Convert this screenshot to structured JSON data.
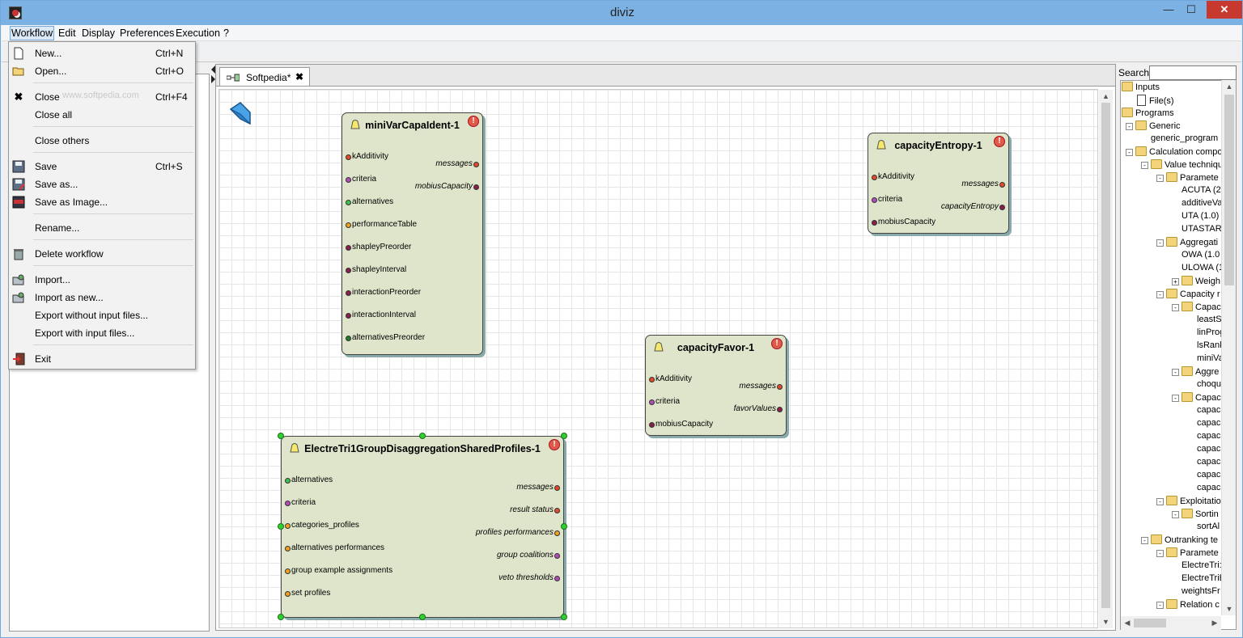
{
  "window": {
    "title": "diviz"
  },
  "menubar": {
    "items": [
      "Workflow",
      "Edit",
      "Display",
      "Preferences",
      "Execution",
      "?"
    ]
  },
  "workflow_menu": {
    "items": [
      {
        "label": "New...",
        "shortcut": "Ctrl+N",
        "icon": "new-file-icon"
      },
      {
        "label": "Open...",
        "shortcut": "Ctrl+O",
        "icon": "open-folder-icon"
      },
      {
        "label": "Close",
        "shortcut": "Ctrl+F4",
        "icon": "close-x-icon"
      },
      {
        "label": "Close all",
        "shortcut": "",
        "icon": ""
      },
      {
        "label": "Close others",
        "shortcut": "",
        "icon": ""
      },
      {
        "label": "Save",
        "shortcut": "Ctrl+S",
        "icon": "save-icon"
      },
      {
        "label": "Save as...",
        "shortcut": "",
        "icon": "save-as-icon"
      },
      {
        "label": "Save as Image...",
        "shortcut": "",
        "icon": "png-icon"
      },
      {
        "label": "Rename...",
        "shortcut": "",
        "icon": ""
      },
      {
        "label": "Delete workflow",
        "shortcut": "",
        "icon": "trash-icon"
      },
      {
        "label": "Import...",
        "shortcut": "",
        "icon": "import-icon"
      },
      {
        "label": "Import as new...",
        "shortcut": "",
        "icon": "import-new-icon"
      },
      {
        "label": "Export without input files...",
        "shortcut": "",
        "icon": ""
      },
      {
        "label": "Export with input files...",
        "shortcut": "",
        "icon": ""
      },
      {
        "label": "Exit",
        "shortcut": "",
        "icon": "exit-icon"
      }
    ],
    "watermark": "www.softpedia.com"
  },
  "tab": {
    "label": "Softpedia*",
    "close": "✖"
  },
  "nodes": {
    "miniVar": {
      "title": "miniVarCapaIdent-1",
      "inputs": [
        "kAdditivity",
        "criteria",
        "alternatives",
        "performanceTable",
        "shapleyPreorder",
        "shapleyInterval",
        "interactionPreorder",
        "interactionInterval",
        "alternativesPreorder"
      ],
      "outputs": [
        "messages",
        "mobiusCapacity"
      ]
    },
    "entropy": {
      "title": "capacityEntropy-1",
      "inputs": [
        "kAdditivity",
        "criteria",
        "mobiusCapacity"
      ],
      "outputs": [
        "messages",
        "capacityEntropy"
      ]
    },
    "favor": {
      "title": "capacityFavor-1",
      "inputs": [
        "kAdditivity",
        "criteria",
        "mobiusCapacity"
      ],
      "outputs": [
        "messages",
        "favorValues"
      ]
    },
    "electre": {
      "title": "ElectreTri1GroupDisaggregationSharedProfiles-1",
      "inputs": [
        "alternatives",
        "criteria",
        "categories_profiles",
        "alternatives performances",
        "group example assignments",
        "set profiles"
      ],
      "outputs": [
        "messages",
        "result status",
        "profiles performances",
        "group coalitions",
        "veto thresholds"
      ]
    }
  },
  "search": {
    "label": "Search:",
    "value": ""
  },
  "tree": {
    "items": [
      {
        "label": "Inputs",
        "kind": "folder"
      },
      {
        "label": "File(s)",
        "kind": "file"
      },
      {
        "label": "Programs",
        "kind": "folder"
      },
      {
        "label": "Generic",
        "kind": "folder"
      },
      {
        "label": "generic_program (",
        "kind": "leaf"
      },
      {
        "label": "Calculation compo",
        "kind": "folder"
      },
      {
        "label": "Value techniqu",
        "kind": "folder"
      },
      {
        "label": "Paramete",
        "kind": "folder"
      },
      {
        "label": "ACUTA (2",
        "kind": "leaf"
      },
      {
        "label": "additiveVa",
        "kind": "leaf"
      },
      {
        "label": "UTA (1.0)",
        "kind": "leaf"
      },
      {
        "label": "UTASTAR",
        "kind": "leaf"
      },
      {
        "label": "Aggregati",
        "kind": "folder"
      },
      {
        "label": "OWA (1.0",
        "kind": "leaf"
      },
      {
        "label": "ULOWA (1",
        "kind": "leaf"
      },
      {
        "label": "Weigh",
        "kind": "folder"
      },
      {
        "label": "Capacity r",
        "kind": "folder"
      },
      {
        "label": "Capac",
        "kind": "folder"
      },
      {
        "label": "leastS",
        "kind": "leaf"
      },
      {
        "label": "linProg",
        "kind": "leaf"
      },
      {
        "label": "lsRank",
        "kind": "leaf"
      },
      {
        "label": "miniVa",
        "kind": "leaf"
      },
      {
        "label": "Aggre",
        "kind": "folder"
      },
      {
        "label": "choqu",
        "kind": "leaf"
      },
      {
        "label": "Capac",
        "kind": "folder"
      },
      {
        "label": "capac",
        "kind": "leaf"
      },
      {
        "label": "capac",
        "kind": "leaf"
      },
      {
        "label": "capac",
        "kind": "leaf"
      },
      {
        "label": "capac",
        "kind": "leaf"
      },
      {
        "label": "capac",
        "kind": "leaf"
      },
      {
        "label": "capac",
        "kind": "leaf"
      },
      {
        "label": "capac",
        "kind": "leaf"
      },
      {
        "label": "Exploitatio",
        "kind": "folder"
      },
      {
        "label": "Sortin",
        "kind": "folder"
      },
      {
        "label": "sortAl",
        "kind": "leaf"
      },
      {
        "label": "Outranking te",
        "kind": "folder"
      },
      {
        "label": "Paramete",
        "kind": "folder"
      },
      {
        "label": "ElectreTri:",
        "kind": "leaf"
      },
      {
        "label": "ElectreTriB",
        "kind": "leaf"
      },
      {
        "label": "weightsFr",
        "kind": "leaf"
      },
      {
        "label": "Relation c",
        "kind": "folder"
      }
    ]
  }
}
